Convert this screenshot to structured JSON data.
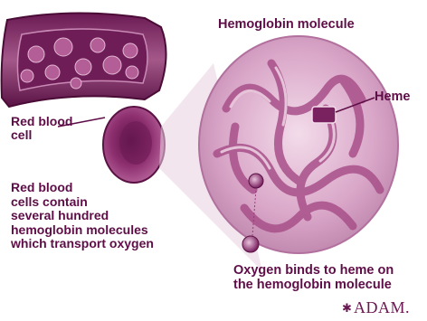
{
  "diagram": {
    "title": "Hemoglobin molecule",
    "labels": {
      "heme": "Heme",
      "red_blood_cell": "Red blood\ncell",
      "description": "Red blood\ncells contain\nseveral hundred\nhemoglobin molecules\nwhich transport oxygen",
      "oxygen_binding": "Oxygen binds to heme on\nthe hemoglobin molecule"
    },
    "credit": "ADAM."
  },
  "colors": {
    "label_text": "#5e0d47",
    "vessel_wall": "#8a2f6e",
    "cell_fill": "#9b3a7c",
    "molecule": "#c98ab6",
    "background": "#ffffff"
  }
}
